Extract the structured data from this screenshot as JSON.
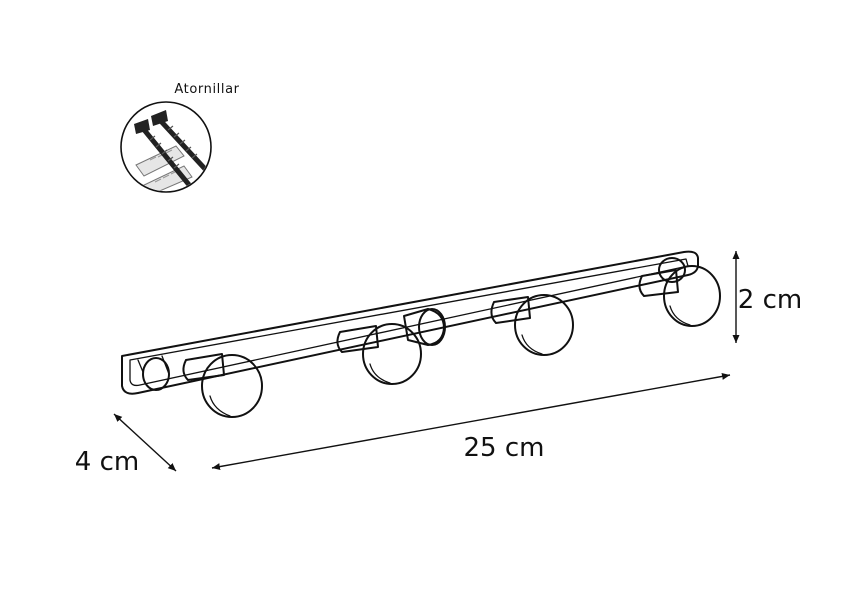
{
  "labels": {
    "install": "Atornillar",
    "length": "25 cm",
    "depth": "4 cm",
    "height": "2 cm"
  },
  "icons": {
    "install_icon": "screws-and-wall-plugs-icon"
  },
  "colors": {
    "ink": "#111111",
    "background": "#ffffff",
    "plug": "#e6e6e6"
  }
}
